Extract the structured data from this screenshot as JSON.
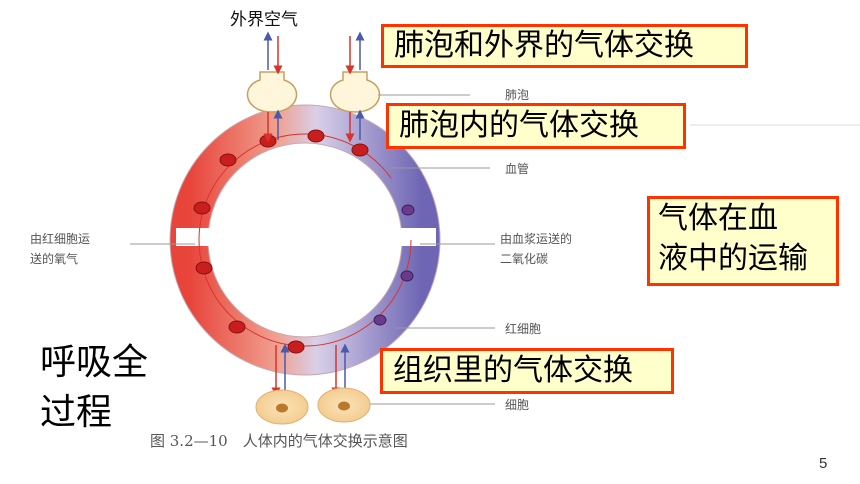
{
  "diagram": {
    "top_label": "外界空气",
    "labels": {
      "alveolus": "肺泡",
      "vessel": "血管",
      "rbc_oxygen_line1": "由红细胞运",
      "rbc_oxygen_line2": "送的氧气",
      "plasma_co2_line1": "由血浆运送的",
      "plasma_co2_line2": "二氧化碳",
      "rbc": "红细胞",
      "cell": "细胞"
    },
    "caption": "图 3.2—10　人体内的气体交换示意图"
  },
  "callouts": {
    "alveolus_external": "肺泡和外界的气体交换",
    "alveolus_internal": "肺泡内的气体交换",
    "blood_transport_line1": "气体在血",
    "blood_transport_line2": "液中的运输",
    "tissue_exchange": "组织里的气体交换"
  },
  "title": {
    "line1": "呼吸全",
    "line2": "过程"
  },
  "page_number": "5",
  "colors": {
    "callout_border": "#ff3300",
    "callout_fill": "#ffffcc",
    "artery_red": "#e8443a",
    "vein_purple": "#6e66b4"
  }
}
